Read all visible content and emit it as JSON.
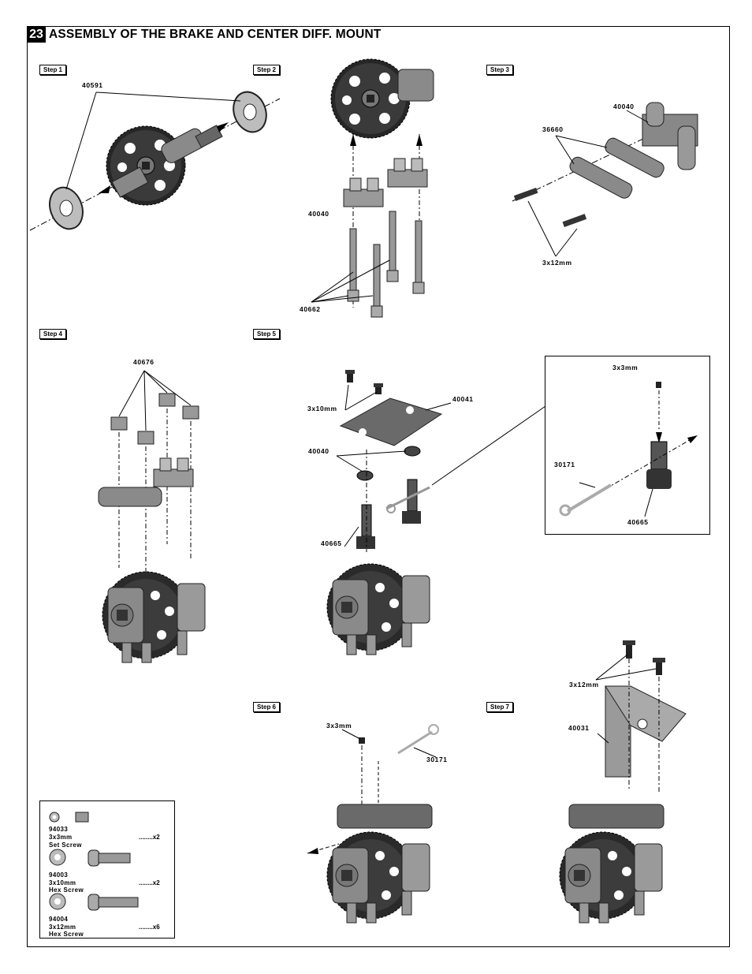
{
  "section": {
    "number": "23",
    "title": "ASSEMBLY OF THE BRAKE AND CENTER DIFF. MOUNT"
  },
  "steps": [
    "Step 1",
    "Step 2",
    "Step 3",
    "Step 4",
    "Step 5",
    "Step 6",
    "Step 7"
  ],
  "labels": {
    "s1_part": "40591",
    "s2_mount": "40040",
    "s2_screws": "40662",
    "s3_mount": "40040",
    "s3_plate": "36660",
    "s3_screw": "3x12mm",
    "s4_spacer": "40676",
    "s5_screw": "3x10mm",
    "s5_plate": "40041",
    "s5_nut": "40040",
    "s5_post": "40665",
    "inset_setscrew": "3x3mm",
    "inset_pin": "30171",
    "inset_post": "40665",
    "s6_setscrew": "3x3mm",
    "s6_pin": "30171",
    "s7_screw": "3x12mm",
    "s7_bracket": "40031"
  },
  "hardware": [
    {
      "code": "94033",
      "size": "3x3mm",
      "name": "Set Screw",
      "qty": "........x2"
    },
    {
      "code": "94003",
      "size": "3x10mm",
      "name": "Hex Screw",
      "qty": "........x2"
    },
    {
      "code": "94004",
      "size": "3x12mm",
      "name": "Hex Screw",
      "qty": "........x6"
    }
  ]
}
